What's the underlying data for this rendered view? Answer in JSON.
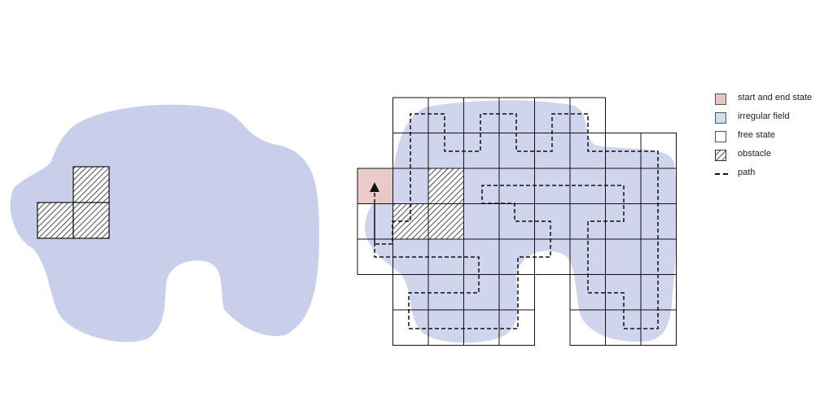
{
  "colors": {
    "field": "#c9ceea",
    "start": "#e8c5c3",
    "grid_line": "#111111",
    "free": "#ffffff",
    "hatch": "#222222"
  },
  "legend": {
    "items": [
      {
        "label": "start and end state",
        "kind": "start"
      },
      {
        "label": "irregular field",
        "kind": "field"
      },
      {
        "label": "free state",
        "kind": "free"
      },
      {
        "label": "obstacle",
        "kind": "obstacle"
      },
      {
        "label": "path",
        "kind": "path"
      }
    ]
  },
  "grid": {
    "rows": 7,
    "cols": 9,
    "row_cells": [
      [
        2,
        7
      ],
      [
        2,
        9
      ],
      [
        1,
        9
      ],
      [
        1,
        9
      ],
      [
        1,
        9
      ],
      [
        2,
        5,
        7,
        9
      ],
      [
        2,
        5,
        7,
        9
      ]
    ],
    "start_cell": [
      3,
      1
    ],
    "obstacle_cells": [
      [
        3,
        3
      ],
      [
        4,
        2
      ],
      [
        4,
        3
      ]
    ]
  },
  "path": {
    "arrow": "end"
  }
}
